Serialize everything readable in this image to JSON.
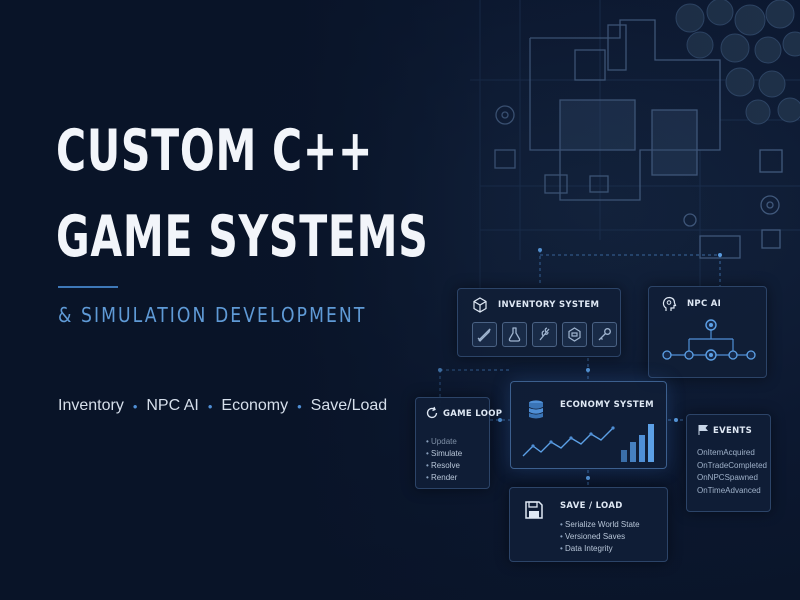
{
  "headline": {
    "line1": "CUSTOM C++",
    "line2": "GAME SYSTEMS",
    "subtitle": "& SIMULATION DEVELOPMENT"
  },
  "features": [
    "Inventory",
    "NPC AI",
    "Economy",
    "Save/Load"
  ],
  "feature_separator": "•",
  "cards": {
    "inventory": {
      "title": "INVENTORY SYSTEM",
      "slots": [
        "sword-icon",
        "potion-icon",
        "herb-icon",
        "gem-icon",
        "key-icon"
      ]
    },
    "npc_ai": {
      "title": "NPC AI"
    },
    "game_loop": {
      "title": "GAME LOOP",
      "items": [
        "Update",
        "Simulate",
        "Resolve",
        "Render"
      ]
    },
    "economy": {
      "title": "ECONOMY SYSTEM"
    },
    "events": {
      "title": "EVENTS",
      "items": [
        "OnItemAcquired",
        "OnTradeCompleted",
        "OnNPCSpawned",
        "OnTimeAdvanced"
      ]
    },
    "save_load": {
      "title": "SAVE / LOAD",
      "items": [
        "Serialize World State",
        "Versioned Saves",
        "Data Integrity"
      ]
    }
  },
  "colors": {
    "background": "#0c1830",
    "accent": "#5f9ad6",
    "card_border": "#2c4468",
    "headline": "#f2f5fa"
  }
}
